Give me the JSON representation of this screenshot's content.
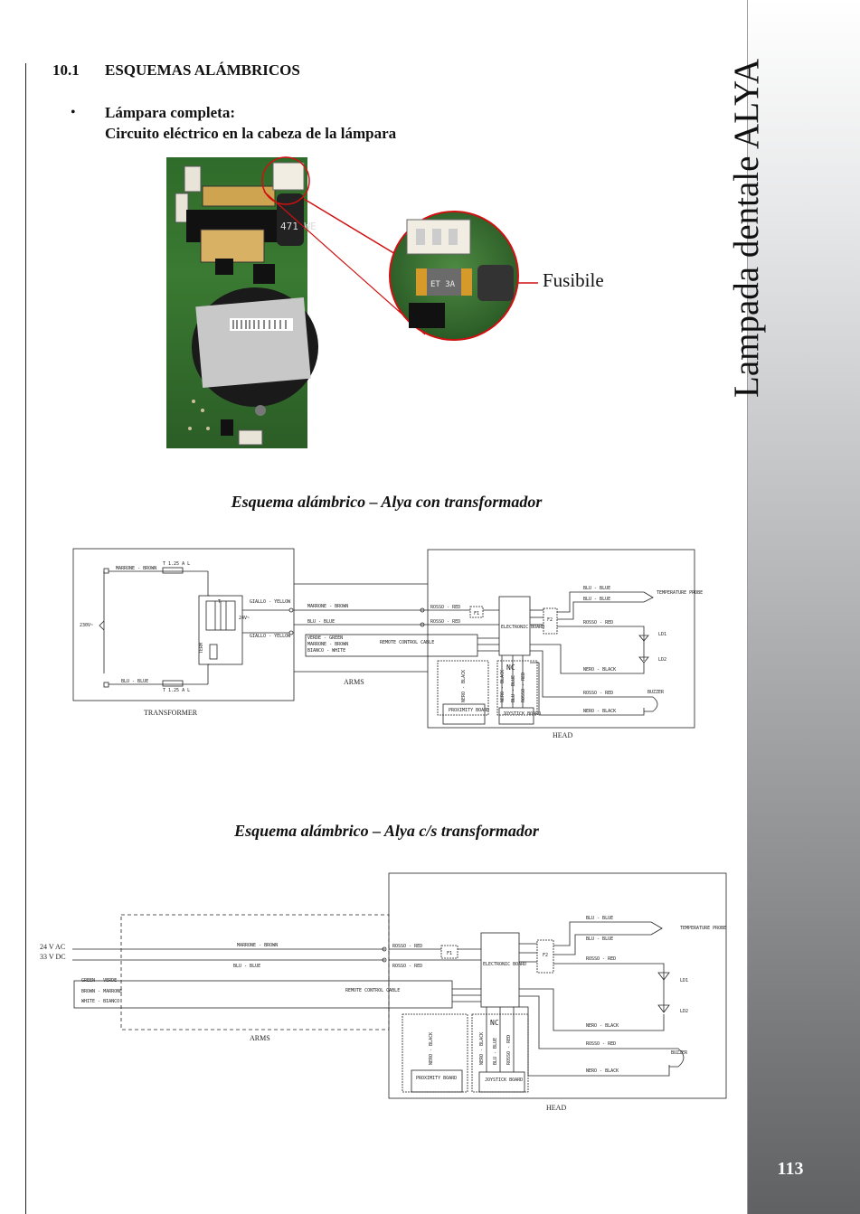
{
  "side_title": "Lampada dentale ALYA",
  "page_number": "113",
  "section": {
    "number": "10.1",
    "title": "ESQUEMAS ALÁMBRICOS"
  },
  "bullet": {
    "symbol": "•",
    "line1": "Lámpara completa:",
    "line2": "Circuito eléctrico en la cabeza de la lámpara"
  },
  "photo": {
    "callout_label": "Fusibile",
    "component_text": "471 WE",
    "fuse_text": "ET 3A"
  },
  "colors": {
    "callout_red": "#d01010",
    "pcb_green": "#3a7a32"
  },
  "diagram1": {
    "caption": "Esquema alámbrico – Alya con transformador",
    "transformer_label": "TRANSFORMER",
    "arms_label": "ARMS",
    "head_label": "HEAD",
    "wires": {
      "marrone_brown": "MARRONE - BROWN",
      "blu_blue": "BLU - BLUE",
      "fuse_top": "T 1.25 A L",
      "fuse_bottom": "T 1.25 A L",
      "mains": "230V~",
      "giallo_yellow_1": "GIALLO - YELLOW",
      "giallo_yellow_2": "GIALLO - YELLOW",
      "secondary": "24V~",
      "thermal": "TERM",
      "transformer_t": "T",
      "marrone_brown_arm": "MARRONE - BROWN",
      "blu_blue_arm": "BLU - BLUE",
      "verde_green": "VERDE - GREEN",
      "marrone_brown_rc": "MARRONE - BROWN",
      "bianco_white": "BIANCO - WHITE",
      "remote_cable": "REMOTE CONTROL CABLE",
      "rosso_red_1": "ROSSO - RED",
      "rosso_red_2": "ROSSO - RED",
      "electronic_board": "ELECTRONIC BOARD",
      "f1": "F1",
      "f2": "F2",
      "blu_blue_1": "BLU - BLUE",
      "blu_blue_2": "BLU - BLUE",
      "temp_probe": "TEMPERATURE PROBE",
      "rosso_red_3": "ROSSO - RED",
      "ld1": "LD1",
      "ld2": "LD2",
      "nero_black_1": "NERO - BLACK",
      "rosso_red_4": "ROSSO - RED",
      "buzzer": "BUZZER",
      "nero_black_2": "NERO - BLACK",
      "nc": "NC",
      "proximity_board": "PROXIMITY BOARD",
      "joystick_board": "JOYSTICK BOARD",
      "nero_black_v": "NERO - BLACK",
      "nero_black_v2": "NERO - BLACK",
      "blu_blue_v": "BLU - BLUE",
      "rosso_red_v": "ROSSO - RED"
    }
  },
  "diagram2": {
    "caption": "Esquema alámbrico – Alya c/s transformador",
    "supply_1": "24 V AC",
    "supply_2": "33 V DC",
    "arms_label": "ARMS",
    "head_label": "HEAD",
    "wires": {
      "marrone_brown": "MARRONE - BROWN",
      "blu_blue": "BLU - BLUE",
      "green_verde": "GREEN - VERDE",
      "brown_marrone": "BROWN - MARRONE",
      "white_bianco": "WHITE - BIANCO",
      "remote_cable": "REMOTE CONTROL CABLE",
      "rosso_red_1": "ROSSO - RED",
      "rosso_red_2": "ROSSO - RED",
      "electronic_board": "ELECTRONIC BOARD",
      "f1": "F1",
      "f2": "F2",
      "blu_blue_1": "BLU - BLUE",
      "blu_blue_2": "BLU - BLUE",
      "temp_probe": "TEMPERATURE PROBE",
      "rosso_red_3": "ROSSO - RED",
      "ld1": "LD1",
      "ld2": "LD2",
      "nero_black_1": "NERO - BLACK",
      "rosso_red_4": "ROSSO - RED",
      "buzzer": "BUZZER",
      "nero_black_2": "NERO - BLACK",
      "nc": "NC",
      "proximity_board": "PROXIMITY BOARD",
      "joystick_board": "JOYSTICK BOARD",
      "nero_black_v": "NERO - BLACK",
      "nero_black_v2": "NERO - BLACK",
      "blu_blue_v": "BLU - BLUE",
      "rosso_red_v": "ROSSO - RED"
    }
  }
}
